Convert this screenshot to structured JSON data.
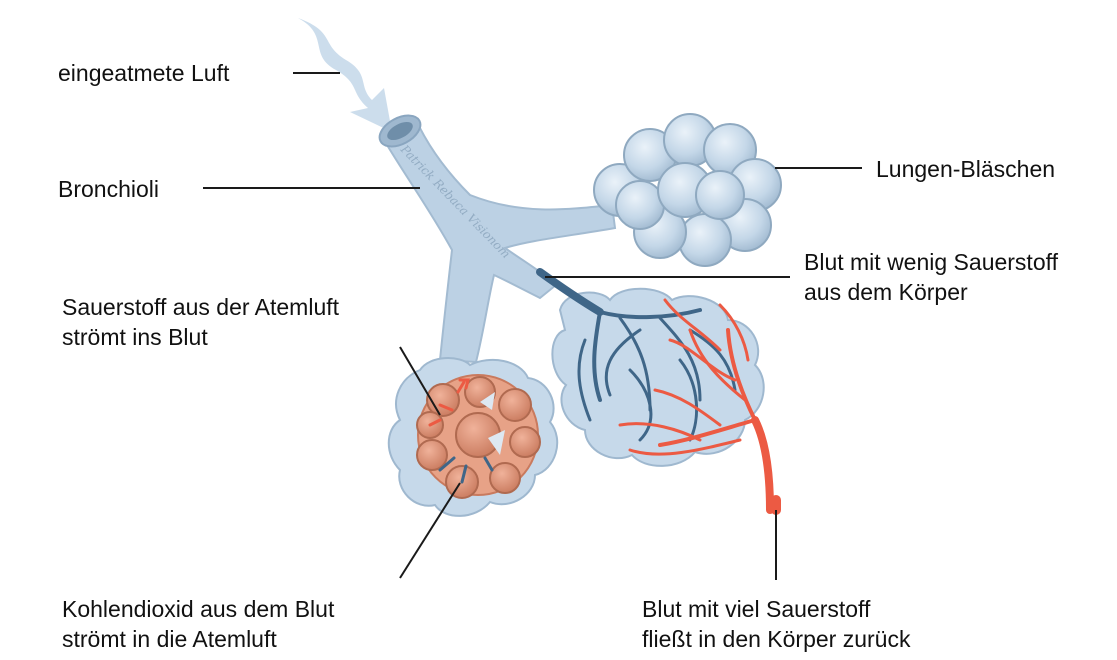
{
  "labels": {
    "inhaled_air": "eingeatmete Luft",
    "bronchioles": "Bronchioli",
    "alveoli": "Lungen-Bläschen",
    "blood_low_oxygen": [
      "Blut mit wenig Sauerstoff",
      "aus dem Körper"
    ],
    "oxygen_into_blood": [
      "Sauerstoff aus der Atemluft",
      "strömt ins Blut"
    ],
    "co2_out_of_blood": [
      "Kohlendioxid aus dem Blut",
      "strömt in die Atemluft"
    ],
    "blood_high_oxygen": [
      "Blut mit viel Sauerstoff",
      "fließt in den Körper zurück"
    ]
  },
  "watermark": "Patrick Rebaca Visionom",
  "colors": {
    "airway": "#b9cfe2",
    "airway_edge": "#9fb8cf",
    "vein_blue": "#3f6688",
    "artery_red": "#ec5a43",
    "alveolus_tissue": "#e7a287",
    "alveolus_dark": "#c97a5e",
    "leader_line": "#1a1a1a"
  }
}
